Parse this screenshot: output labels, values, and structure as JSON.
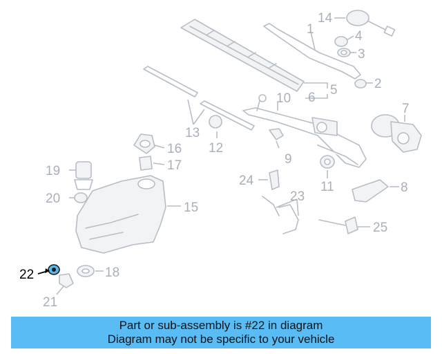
{
  "callouts": {
    "c1": "1",
    "c2": "2",
    "c3": "3",
    "c4": "4",
    "c5": "5",
    "c6": "6",
    "c7": "7",
    "c8": "8",
    "c9": "9",
    "c10": "10",
    "c11": "11",
    "c12": "12",
    "c13": "13",
    "c14": "14",
    "c15": "15",
    "c16": "16",
    "c17": "17",
    "c18": "18",
    "c19": "19",
    "c20": "20",
    "c21": "21",
    "c22": "22",
    "c23": "23",
    "c24": "24",
    "c25": "25"
  },
  "highlighted_part": "22",
  "colors": {
    "banner": "#5abcf5",
    "highlight_part": "#5ab8e8",
    "line_art": "#b7bdc6"
  },
  "banner": {
    "line1": "Part or sub-assembly is #22 in diagram",
    "line2": "Diagram may not be specific to your vehicle"
  }
}
